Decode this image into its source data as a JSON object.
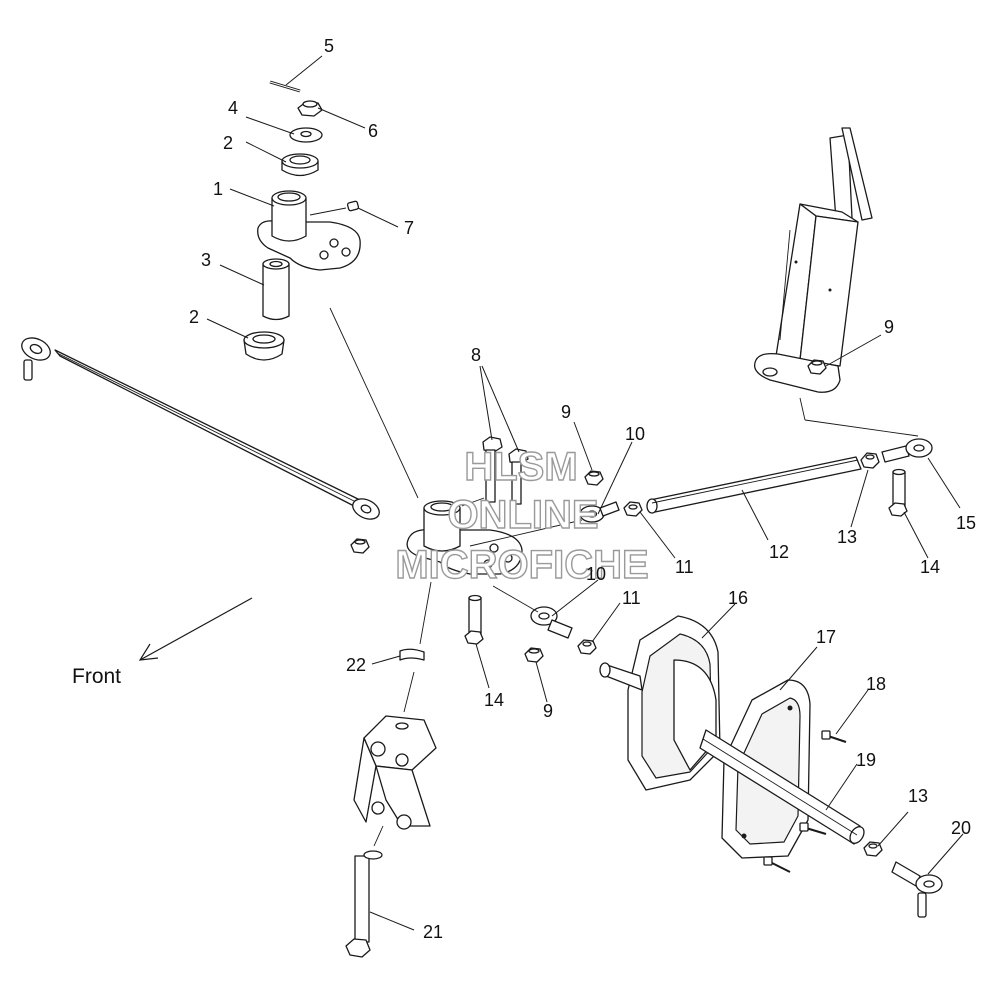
{
  "direction_label": "Front",
  "watermark": [
    "HLSM",
    "ONLINE",
    "MICROFICHE"
  ],
  "callouts": [
    {
      "id": "c5",
      "text": "5"
    },
    {
      "id": "c4",
      "text": "4"
    },
    {
      "id": "c6",
      "text": "6"
    },
    {
      "id": "c2a",
      "text": "2"
    },
    {
      "id": "c1",
      "text": "1"
    },
    {
      "id": "c7",
      "text": "7"
    },
    {
      "id": "c3",
      "text": "3"
    },
    {
      "id": "c2b",
      "text": "2"
    },
    {
      "id": "c8",
      "text": "8"
    },
    {
      "id": "c9a",
      "text": "9"
    },
    {
      "id": "c10a",
      "text": "10"
    },
    {
      "id": "c11a",
      "text": "11"
    },
    {
      "id": "c12",
      "text": "12"
    },
    {
      "id": "c9b",
      "text": "9"
    },
    {
      "id": "c13a",
      "text": "13"
    },
    {
      "id": "c15",
      "text": "15"
    },
    {
      "id": "c14a",
      "text": "14"
    },
    {
      "id": "c10b",
      "text": "10"
    },
    {
      "id": "c11b",
      "text": "11"
    },
    {
      "id": "c14b",
      "text": "14"
    },
    {
      "id": "c9c",
      "text": "9"
    },
    {
      "id": "c22",
      "text": "22"
    },
    {
      "id": "c16",
      "text": "16"
    },
    {
      "id": "c17",
      "text": "17"
    },
    {
      "id": "c18",
      "text": "18"
    },
    {
      "id": "c19",
      "text": "19"
    },
    {
      "id": "c13b",
      "text": "13"
    },
    {
      "id": "c20",
      "text": "20"
    },
    {
      "id": "c21",
      "text": "21"
    }
  ]
}
